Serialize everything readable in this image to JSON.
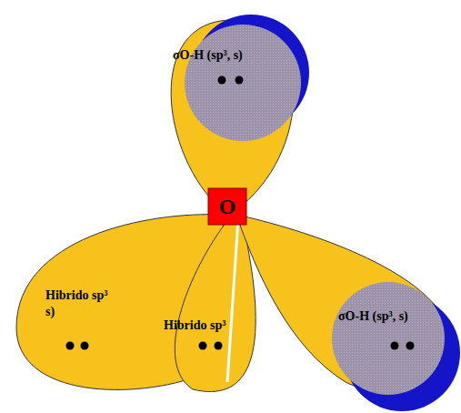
{
  "diagram": {
    "nodes": [
      {
        "text": [
          "σO-H (sp³, s)"
        ]
      },
      {
        "text": [
          "O"
        ]
      },
      {
        "text": [
          "Hibrido sp³ s)"
        ]
      },
      {
        "text": [
          "Hibrido sp³"
        ]
      },
      {
        "text": [
          "σO-H (sp³, s)"
        ]
      }
    ]
  }
}
